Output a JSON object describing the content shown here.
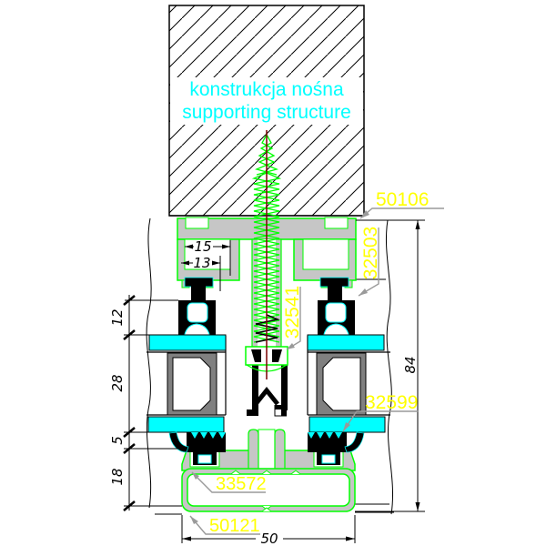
{
  "drawing_title": {
    "support_pl": "konstrukcja nośna",
    "support_en": "supporting structure"
  },
  "part_labels": {
    "top_cap": "50106",
    "pressure_profile": "32503",
    "screw_channel": "32541",
    "outer_gasket": "32599",
    "insert": "33572",
    "base_profile": "50121"
  },
  "dimensions": {
    "groove_outer": "15",
    "groove_inner": "13",
    "chain": [
      "12",
      "28",
      "5",
      "18"
    ],
    "overall_height": "84",
    "overall_width": "50"
  },
  "colors": {
    "profile_outline": "#00ff00",
    "aluminium_fill": "#c6c6c6",
    "spacer_fill": "#808080",
    "gasket_cyan": "#00ffff",
    "label_yellow": "#ffff00",
    "annotation_cyan": "#00ffff",
    "screw_axis": "#7a0000",
    "leader_gray": "#9a9a9a"
  }
}
